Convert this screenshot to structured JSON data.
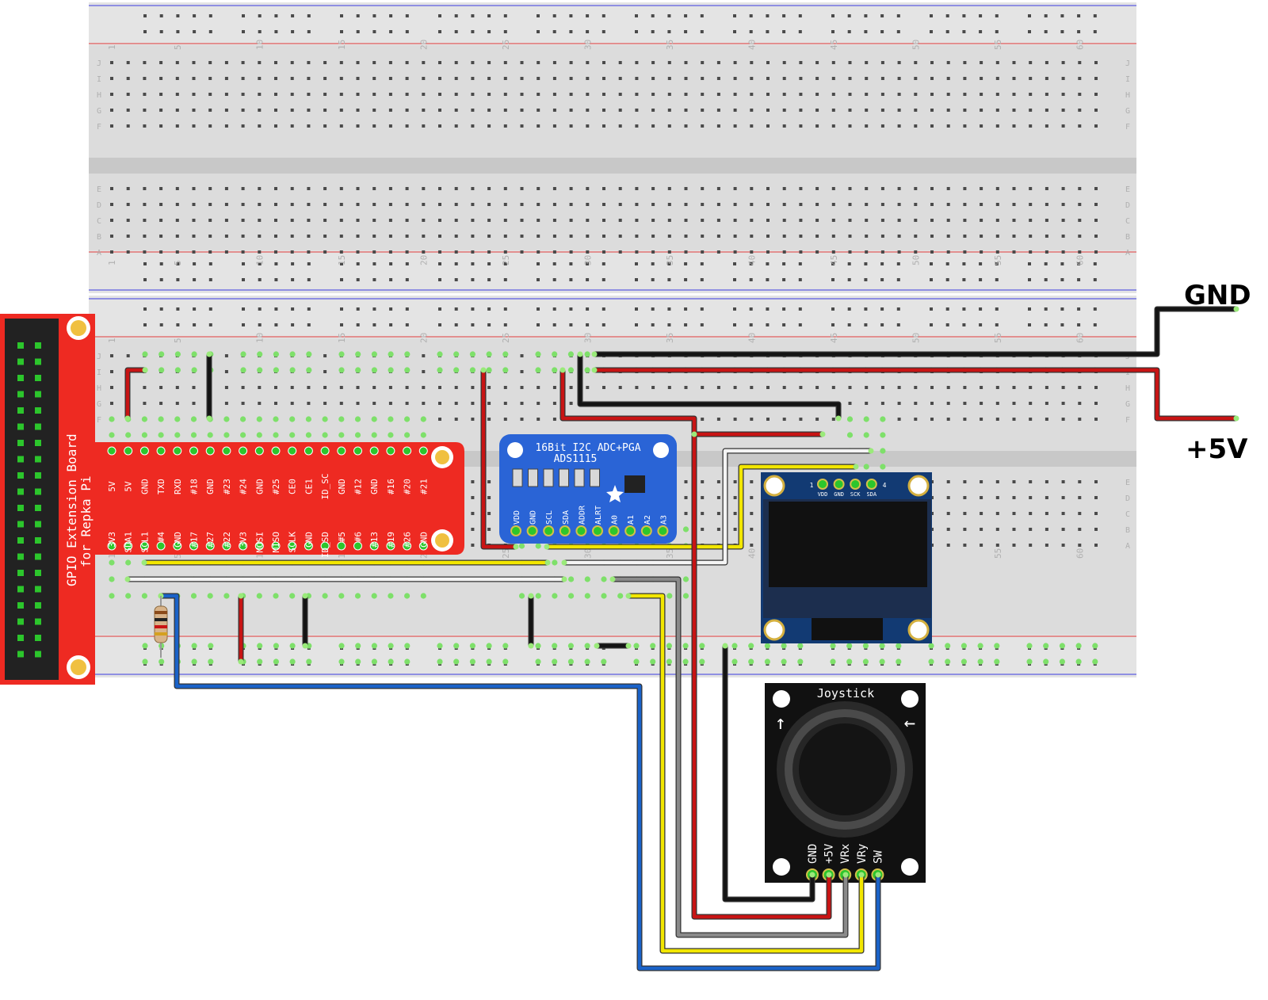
{
  "colors": {
    "board": "#dcdcdc",
    "board_hole": "#4a4a4a",
    "hole_active": "#7ee06a",
    "rail_red": "#e03a3a",
    "rail_blue": "#3a3ae0",
    "gpio_board": "#ee2a22",
    "gpio_header": "#222222",
    "ads_board": "#2a64d6",
    "oled_board": "#123a73",
    "oled_screen": "#111111",
    "joystick_board": "#111111",
    "wire_red": "#c81414",
    "wire_black": "#141414",
    "wire_yellow": "#f2e600",
    "wire_white": "#f4f4f4",
    "wire_gray": "#8a8a8a",
    "wire_blue": "#1a62c8"
  },
  "breadboard": {
    "column_numbers": [
      "1",
      "5",
      "10",
      "15",
      "20",
      "25",
      "30",
      "35",
      "40",
      "45",
      "50",
      "55",
      "60"
    ],
    "row_letters_top": [
      "J",
      "I",
      "H",
      "G",
      "F"
    ],
    "row_letters_bottom": [
      "E",
      "D",
      "C",
      "B",
      "A"
    ]
  },
  "gpio_board": {
    "title_line1": "GPIO Extension Board",
    "title_line2": "for Repka Pi",
    "top_pins": [
      "5V",
      "5V",
      "GND",
      "TXD",
      "RXD",
      "#18",
      "GND",
      "#23",
      "#24",
      "GND",
      "#25",
      "CE0",
      "CE1",
      "ID_SC",
      "GND",
      "#12",
      "GND",
      "#16",
      "#20",
      "#21"
    ],
    "bottom_pins": [
      "3V3",
      "SDA1",
      "SCL1",
      "#4",
      "GND",
      "#17",
      "#27",
      "#22",
      "3V3",
      "MOSI",
      "MISO",
      "SCLK",
      "GND",
      "ID_SD",
      "#5",
      "#6",
      "#13",
      "#19",
      "#26",
      "GND"
    ]
  },
  "ads1115": {
    "title": "16Bit I2C ADC+PGA",
    "part": "ADS1115",
    "pins": [
      "VDD",
      "GND",
      "SCL",
      "SDA",
      "ADDR",
      "ALRT",
      "A0",
      "A1",
      "A2",
      "A3"
    ]
  },
  "oled": {
    "pin_index_left": "1",
    "pin_index_right": "4",
    "pins": [
      "VDD",
      "GND",
      "SCK",
      "SDA"
    ]
  },
  "joystick": {
    "title": "Joystick",
    "pins": [
      "GND",
      "+5V",
      "VRx",
      "VRy",
      "SW"
    ]
  },
  "power_labels": {
    "gnd": "GND",
    "plus5v": "+5V"
  }
}
